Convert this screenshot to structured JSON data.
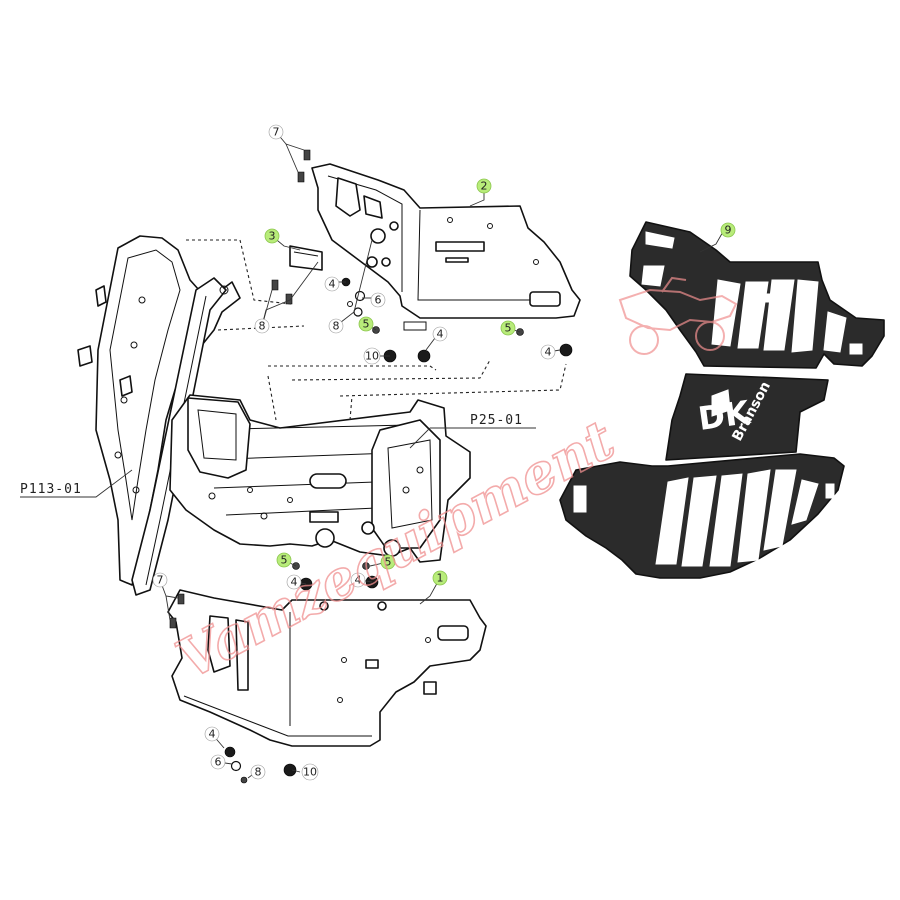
{
  "callouts": [
    {
      "id": "c7a",
      "text": "7",
      "green": false
    },
    {
      "id": "c2",
      "text": "2",
      "green": true
    },
    {
      "id": "c3",
      "text": "3",
      "green": true
    },
    {
      "id": "c9",
      "text": "9",
      "green": true
    },
    {
      "id": "c4a",
      "text": "4",
      "green": false
    },
    {
      "id": "c6a",
      "text": "6",
      "green": false
    },
    {
      "id": "c8a",
      "text": "8",
      "green": false
    },
    {
      "id": "c8b",
      "text": "8",
      "green": false
    },
    {
      "id": "c5a",
      "text": "5",
      "green": true
    },
    {
      "id": "c10a",
      "text": "10",
      "green": false
    },
    {
      "id": "c4b",
      "text": "4",
      "green": false
    },
    {
      "id": "c5b",
      "text": "5",
      "green": true
    },
    {
      "id": "c4c",
      "text": "4",
      "green": false
    },
    {
      "id": "c5c",
      "text": "5",
      "green": true
    },
    {
      "id": "c5d",
      "text": "5",
      "green": true
    },
    {
      "id": "c4d",
      "text": "4",
      "green": false
    },
    {
      "id": "c4e",
      "text": "4",
      "green": false
    },
    {
      "id": "c1",
      "text": "1",
      "green": true
    },
    {
      "id": "c7b",
      "text": "7",
      "green": false
    },
    {
      "id": "c4f",
      "text": "4",
      "green": false
    },
    {
      "id": "c6b",
      "text": "6",
      "green": false
    },
    {
      "id": "c8c",
      "text": "8",
      "green": false
    },
    {
      "id": "c10b",
      "text": "10",
      "green": false
    }
  ],
  "references": {
    "frame": "P113-01",
    "subframe": "P25-01"
  },
  "logo": {
    "mark": "DK",
    "brand": "Branson"
  },
  "watermark": {
    "text": "Vamzequipment"
  },
  "colors": {
    "callout_green": "#b8ec7a",
    "watermark": "#f08f8f",
    "line": "#111111"
  }
}
